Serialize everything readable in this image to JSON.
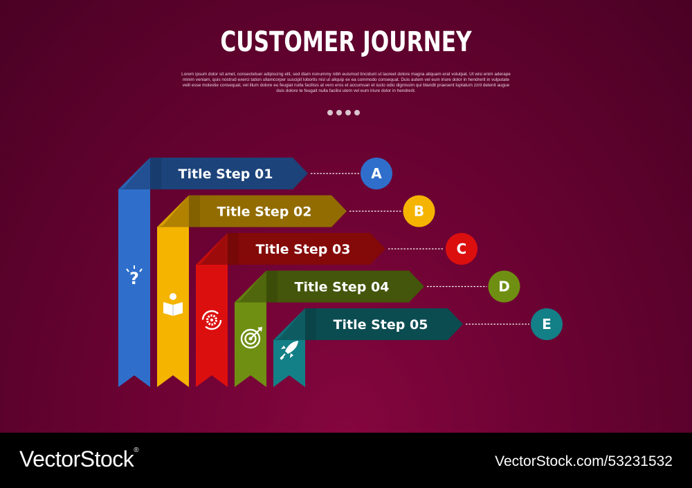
{
  "title": "CUSTOMER JOURNEY",
  "description": "Lorem ipsum dolor sit amet, consectetuer adipiscing elit, sed diam nonummy nibh euismod tincidunt ut laoreet dolore magna aliquam erat volutpat. Ut wisi enim aderape minim veniam, quis nostrud exerci tation ullamcorper suscipit lobortis nisl ut aliquip ex ea commodo consequat. Duis autem vel eum iriure dolor in hendrerit in vulputate velit esse molestie consequat, vel illum dolore eu feugiat nulla facilisis at vero eros et accumsan et iusto odio dignissim qui blandit praesent luptatum zzril delenit augue duis dolore te feugait nulla facilisi utem vel eum iriure dolor in hendrerit.",
  "pagination_dots": 4,
  "steps": [
    {
      "title": "Title Step 01",
      "letter": "A",
      "color": "#2f6fcb",
      "icon": "question-icon"
    },
    {
      "title": "Title Step 02",
      "letter": "B",
      "color": "#f4b400",
      "icon": "reading-person-icon"
    },
    {
      "title": "Title Step 03",
      "letter": "C",
      "color": "#dc0f0f",
      "icon": "gear-refresh-icon"
    },
    {
      "title": "Title Step 04",
      "letter": "D",
      "color": "#6f8f12",
      "icon": "target-icon"
    },
    {
      "title": "Title Step 05",
      "letter": "E",
      "color": "#137f87",
      "icon": "rocket-icon"
    }
  ],
  "footer": {
    "brand": "VectorStock",
    "brand_mark": "®",
    "image_id": "VectorStock.com/53231532"
  }
}
